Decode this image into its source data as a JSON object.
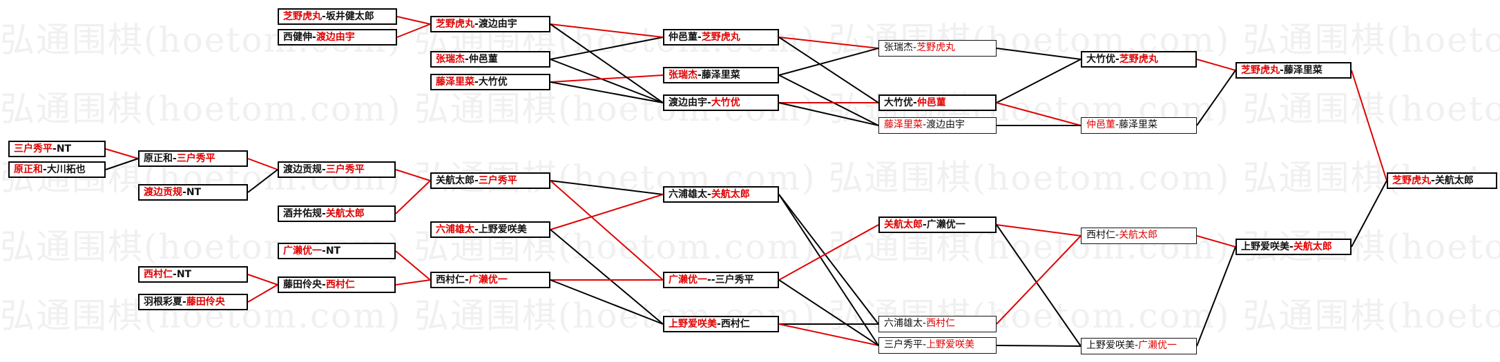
{
  "watermark": {
    "lines": [
      "弘通围棋(hoetom.com) 弘通围棋(hoetom.com) 弘通围棋(hoetom.com) 弘通围棋(hoetom.com) 弘通围棋(hoetom.com)",
      "弘通围棋(hoetom.com) 弘通围棋(hoetom.com) 弘通围棋(hoetom.com) 弘通围棋(hoetom.com) 弘通围棋(hoetom.com)"
    ]
  },
  "colors": {
    "winner": "#e00000",
    "normal": "#111111",
    "line_red": "#e00000",
    "line_black": "#000000"
  },
  "matches": [
    {
      "id": "r1a",
      "p1": "芝野虎丸",
      "p2": "坂井健太郎",
      "sep": "-",
      "winner": 1,
      "thick": true
    },
    {
      "id": "r1b",
      "p1": "西健伸",
      "p2": "渡边由宇",
      "sep": "-",
      "winner": 2,
      "thick": true
    },
    {
      "id": "r1c",
      "p1": "张瑞杰",
      "p2": "仲邑菫",
      "sep": "-",
      "winner": 1,
      "thick": true
    },
    {
      "id": "r1d",
      "p1": "藤泽里菜",
      "p2": "大竹优",
      "sep": "-",
      "winner": 1,
      "thick": true
    },
    {
      "id": "r1e",
      "p1": "三户秀平",
      "p2": "NT",
      "sep": "-",
      "winner": 1,
      "thick": true
    },
    {
      "id": "r1f",
      "p1": "原正和",
      "p2": "大川拓也",
      "sep": "-",
      "winner": 1,
      "thick": true
    },
    {
      "id": "r1g",
      "p1": "渡边贡规",
      "p2": "NT",
      "sep": "-",
      "winner": 1,
      "thick": true
    },
    {
      "id": "r1h",
      "p1": "广濑优一",
      "p2": "NT",
      "sep": "-",
      "winner": 1,
      "thick": true
    },
    {
      "id": "r1i",
      "p1": "西村仁",
      "p2": "NT",
      "sep": "-",
      "winner": 1,
      "thick": true
    },
    {
      "id": "r1j",
      "p1": "羽根彩夏",
      "p2": "藤田伶央",
      "sep": "-",
      "winner": 2,
      "thick": true
    },
    {
      "id": "r2a",
      "p1": "芝野虎丸",
      "p2": "渡边由宇",
      "sep": "-",
      "winner": 1,
      "thick": true
    },
    {
      "id": "r2b",
      "p1": "原正和",
      "p2": "三户秀平",
      "sep": "-",
      "winner": 2,
      "thick": true
    },
    {
      "id": "r2c",
      "p1": "渡边贡规",
      "p2": "三户秀平",
      "sep": "-",
      "winner": 2,
      "thick": true
    },
    {
      "id": "r2d",
      "p1": "酒井佑规",
      "p2": "关航太郎",
      "sep": "-",
      "winner": 2,
      "thick": true
    },
    {
      "id": "r2e",
      "p1": "六浦雄太",
      "p2": "上野爱咲美",
      "sep": "-",
      "winner": 1,
      "thick": true
    },
    {
      "id": "r2f",
      "p1": "藤田伶央",
      "p2": "西村仁",
      "sep": "-",
      "winner": 2,
      "thick": true
    },
    {
      "id": "r3a",
      "p1": "关航太郎",
      "p2": "三户秀平",
      "sep": "-",
      "winner": 2,
      "thick": true
    },
    {
      "id": "r3b",
      "p1": "西村仁",
      "p2": "广濑优一",
      "sep": "-",
      "winner": 2,
      "thick": true
    },
    {
      "id": "r4a",
      "p1": "仲邑菫",
      "p2": "芝野虎丸",
      "sep": "-",
      "winner": 2,
      "thick": true
    },
    {
      "id": "r4b",
      "p1": "张瑞杰",
      "p2": "藤泽里菜",
      "sep": "-",
      "winner": 1,
      "thick": true
    },
    {
      "id": "r4c",
      "p1": "渡边由宇",
      "p2": "大竹优",
      "sep": "-",
      "winner": 2,
      "thick": true
    },
    {
      "id": "r4d",
      "p1": "六浦雄太",
      "p2": "关航太郎",
      "sep": "-",
      "winner": 2,
      "thick": true
    },
    {
      "id": "r4e",
      "p1": "广濑优一",
      "p2": "三户秀平",
      "sep": "--",
      "winner": 1,
      "thick": true
    },
    {
      "id": "r4f",
      "p1": "上野爱咲美",
      "p2": "西村仁",
      "sep": "-",
      "winner": 1,
      "thick": true
    },
    {
      "id": "r5a",
      "p1": "张瑞杰",
      "p2": "芝野虎丸",
      "sep": "-",
      "winner": 2,
      "thick": false
    },
    {
      "id": "r5b",
      "p1": "大竹优",
      "p2": "仲邑菫",
      "sep": "-",
      "winner": 2,
      "thick": true
    },
    {
      "id": "r5c",
      "p1": "藤泽里菜",
      "p2": "渡边由宇",
      "sep": "-",
      "winner": 1,
      "thick": false
    },
    {
      "id": "r5d",
      "p1": "关航太郎",
      "p2": "广濑优一",
      "sep": "-",
      "winner": 1,
      "thick": true
    },
    {
      "id": "r5e",
      "p1": "六浦雄太",
      "p2": "西村仁",
      "sep": "-",
      "winner": 2,
      "thick": false
    },
    {
      "id": "r5f",
      "p1": "三户秀平",
      "p2": "上野爱咲美",
      "sep": "-",
      "winner": 2,
      "thick": false
    },
    {
      "id": "r6a",
      "p1": "大竹优",
      "p2": "芝野虎丸",
      "sep": "-",
      "winner": 2,
      "thick": true
    },
    {
      "id": "r6b",
      "p1": "仲邑菫",
      "p2": "藤泽里菜",
      "sep": "-",
      "winner": 1,
      "thick": false
    },
    {
      "id": "r6c",
      "p1": "西村仁",
      "p2": "关航太郎",
      "sep": "-",
      "winner": 2,
      "thick": false
    },
    {
      "id": "r6d",
      "p1": "上野爱咲美",
      "p2": "广濑优一",
      "sep": "-",
      "winner": 2,
      "thick": false
    },
    {
      "id": "r7a",
      "p1": "芝野虎丸",
      "p2": "藤泽里菜",
      "sep": "-",
      "winner": 1,
      "thick": true
    },
    {
      "id": "r7b",
      "p1": "上野爱咲美",
      "p2": "关航太郎",
      "sep": "-",
      "winner": 2,
      "thick": true
    },
    {
      "id": "r8",
      "p1": "芝野虎丸",
      "p2": "关航太郎",
      "sep": "-",
      "winner": 1,
      "thick": true
    }
  ]
}
